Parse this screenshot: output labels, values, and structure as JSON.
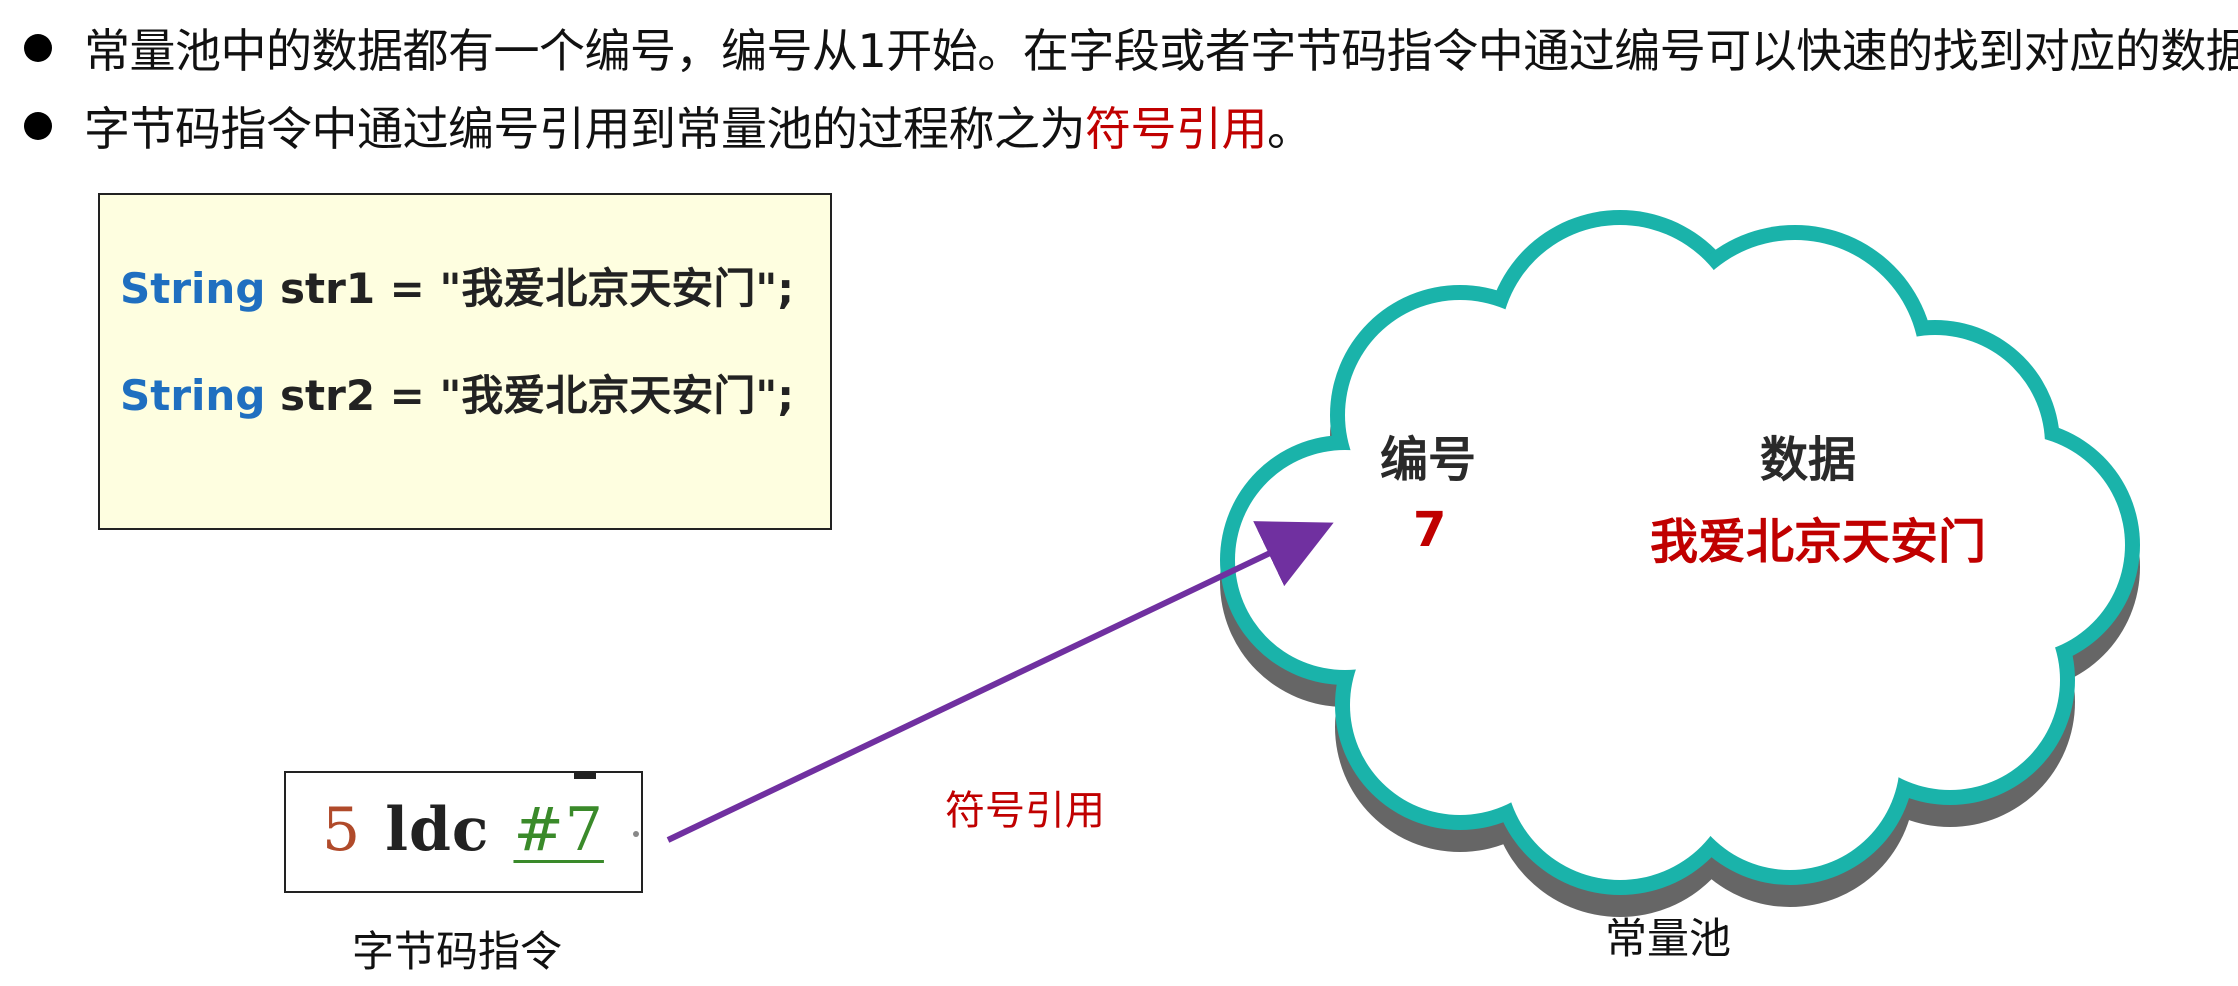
{
  "bullets": [
    {
      "text": "常量池中的数据都有一个编号，编号从1开始。在字段或者字节码指令中通过编号可以快速的找到对应的数据。"
    },
    {
      "text_before": "字节码指令中通过编号引用到常量池的过程称之为",
      "highlight": "符号引用",
      "text_after": "。"
    }
  ],
  "code_box": {
    "lines": [
      {
        "keyword": "String",
        "rest": " str1 = \"我爱北京天安门\";"
      },
      {
        "keyword": "String",
        "rest": " str2 = \"我爱北京天安门\";"
      }
    ]
  },
  "bytecode": {
    "index": "5",
    "opcode": "ldc",
    "ref": "#7",
    "caption": "字节码指令"
  },
  "arrow": {
    "label": "符号引用",
    "color": "#7030a0"
  },
  "constant_pool": {
    "header_number": "编号",
    "header_data": "数据",
    "number": "7",
    "data": "我爱北京天安门",
    "caption": "常量池",
    "cloud_border_color": "#1ab3aa",
    "cloud_shadow_color": "#666666"
  },
  "colors": {
    "highlight": "#c00000",
    "keyword": "#1f6fc0",
    "code_background": "#fefee0"
  }
}
